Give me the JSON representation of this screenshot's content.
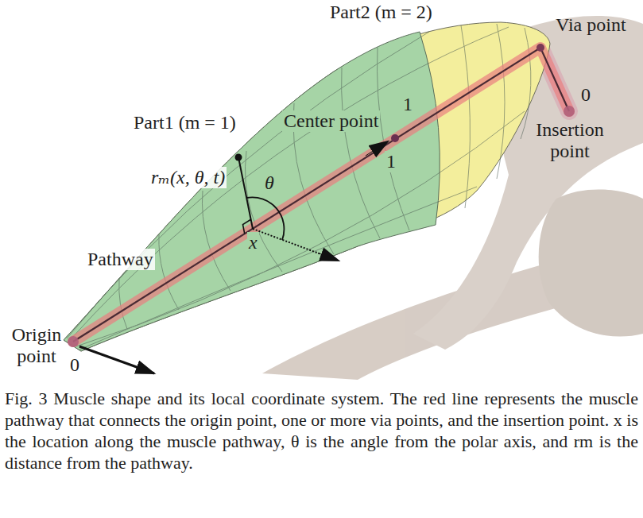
{
  "diagram": {
    "caption": "Fig. 3 Muscle shape and its local coordinate system. The red line represents the muscle pathway that connects the origin point, one or more via points, and the insertion point. x is the location along the muscle pathway, θ is the angle from the polar axis, and rm is the distance from the pathway.",
    "labels": [
      "Part2 (m = 2)",
      "Via point",
      "Part1 (m = 1)",
      "Center point",
      "1",
      "1",
      "0",
      "Insertion point",
      "rₘ(x, θ, t)",
      "θ",
      "x",
      "Pathway",
      "Origin point",
      "0"
    ]
  }
}
